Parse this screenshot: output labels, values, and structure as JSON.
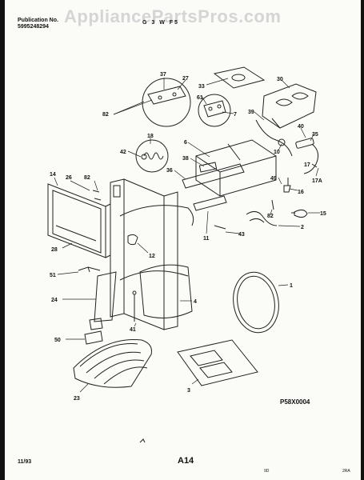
{
  "header": {
    "publication_label": "Publication No.",
    "publication_number": "5995248294",
    "model": "G  3 W F5"
  },
  "watermark": "AppliancePartsPros.com",
  "footer": {
    "date": "11/93",
    "page": "A14",
    "drawing_code": "P58X0004",
    "tiny_left": "9D",
    "tiny_right": "2RA"
  },
  "callouts": {
    "c1": "1",
    "c2": "2",
    "c3": "3",
    "c4": "4",
    "c6": "6",
    "c7": "7",
    "c10": "10",
    "c11": "11",
    "c12": "12",
    "c14": "14",
    "c15": "15",
    "c16": "16",
    "c17": "17",
    "c17a": "17A",
    "c18": "18",
    "c23": "23",
    "c24": "24",
    "c26": "26",
    "c27": "27",
    "c28": "28",
    "c30": "30",
    "c33": "33",
    "c35": "35",
    "c36": "36",
    "c37": "37",
    "c38": "38",
    "c39": "39",
    "c40": "40",
    "c41": "41",
    "c42": "42",
    "c43": "43",
    "c49": "49",
    "c50": "50",
    "c51": "51",
    "c61": "61",
    "c82a": "82",
    "c82b": "82",
    "c82c": "82"
  }
}
